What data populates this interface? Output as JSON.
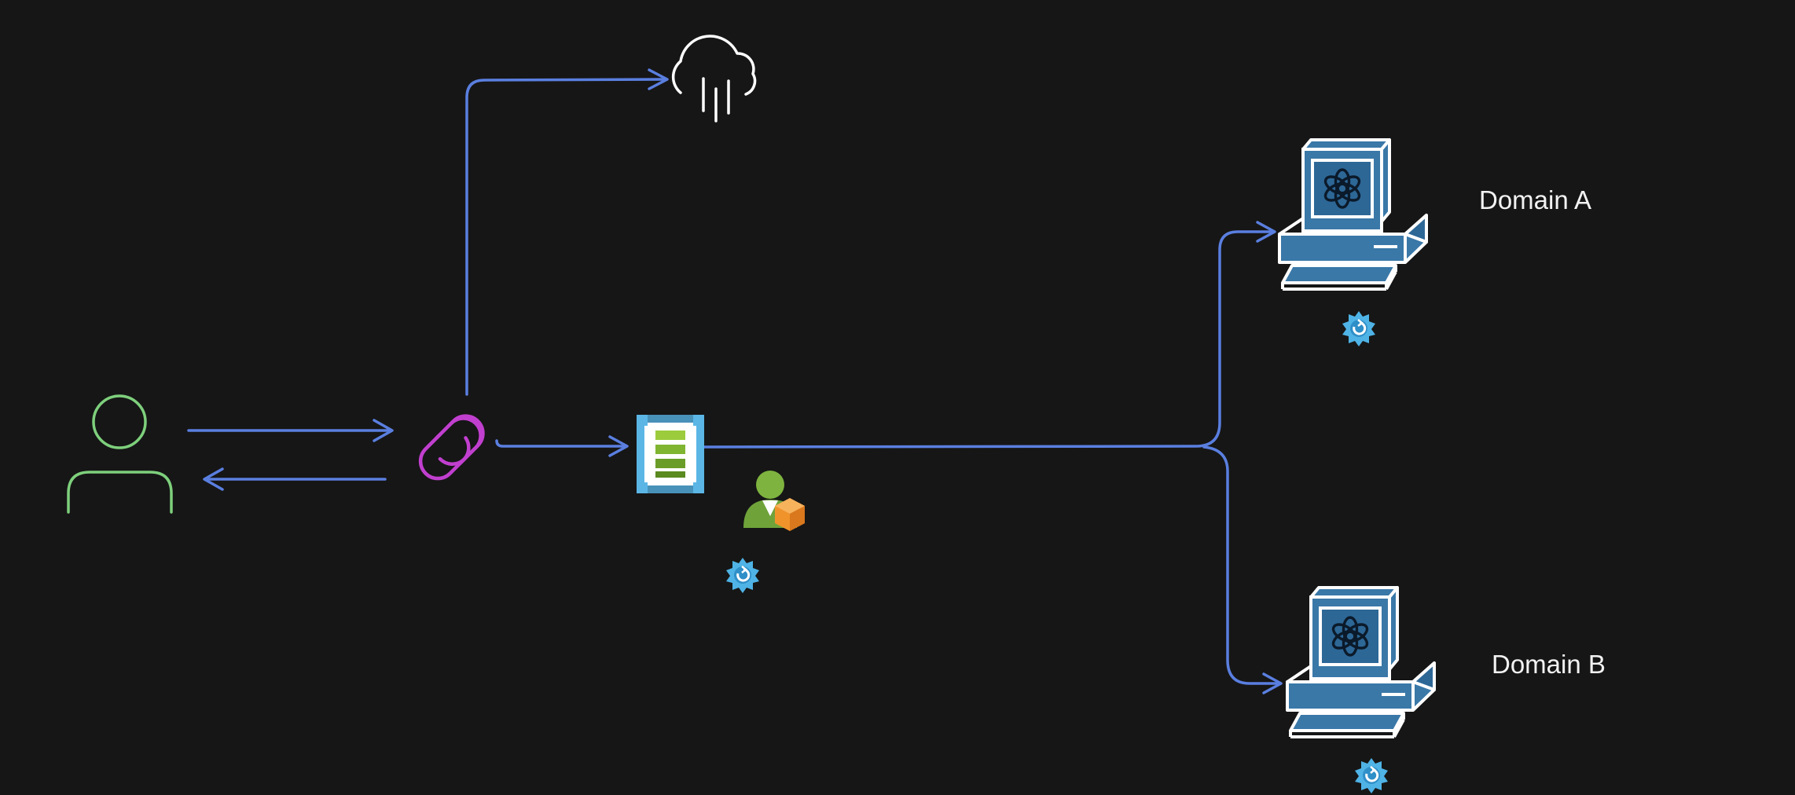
{
  "nodes": {
    "user": {
      "icon": "user-outline-icon"
    },
    "link": {
      "icon": "chain-link-icon"
    },
    "cloud": {
      "icon": "cloud-rain-icon"
    },
    "service": {
      "icon": "document-list-icon",
      "badge_icon": "user-package-icon",
      "status_icon": "gear-refresh-icon"
    },
    "domain_a": {
      "label": "Domain A",
      "icon": "computer-ai-icon",
      "status_icon": "gear-refresh-icon"
    },
    "domain_b": {
      "label": "Domain B",
      "icon": "computer-ai-icon",
      "status_icon": "gear-refresh-icon"
    }
  },
  "edges": [
    {
      "from": "user",
      "to": "link"
    },
    {
      "from": "link",
      "to": "user"
    },
    {
      "from": "link",
      "to": "cloud"
    },
    {
      "from": "link",
      "to": "service"
    },
    {
      "from": "service",
      "to": "domain_a"
    },
    {
      "from": "service",
      "to": "domain_b"
    }
  ],
  "colors": {
    "background": "#161616",
    "connector": "#5a7fe0",
    "user": "#7ed07c",
    "link": "#c13fcf",
    "cloud": "#ffffff",
    "computer": "#3a78a8",
    "gear": "#4fb3e6",
    "label": "#f2f2f2"
  }
}
